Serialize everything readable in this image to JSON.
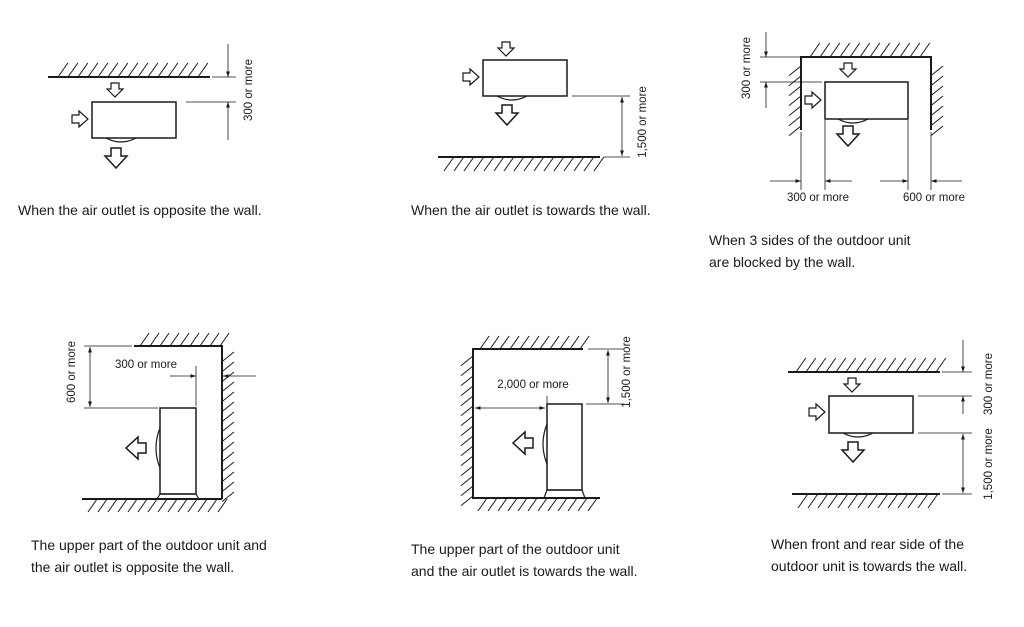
{
  "panels": [
    {
      "id": "p1",
      "caption": [
        "When the air outlet is opposite the wall."
      ],
      "dims": [
        "300 or more"
      ]
    },
    {
      "id": "p2",
      "caption": [
        "When the air outlet is towards the wall."
      ],
      "dims": [
        "1,500 or more"
      ]
    },
    {
      "id": "p3",
      "caption": [
        "When 3 sides of the outdoor unit",
        "are blocked by the wall."
      ],
      "dims": [
        "300 or more",
        "300 or more",
        "600 or more"
      ]
    },
    {
      "id": "p4",
      "caption": [
        "The upper part of the outdoor unit and",
        "the air outlet is opposite the wall."
      ],
      "dims": [
        "600 or more",
        "300 or more"
      ]
    },
    {
      "id": "p5",
      "caption": [
        "The upper part of the outdoor unit",
        "and the air outlet is towards the wall."
      ],
      "dims": [
        "1,500 or more",
        "2,000 or more"
      ]
    },
    {
      "id": "p6",
      "caption": [
        "When front and rear side of the",
        "outdoor unit is towards the wall."
      ],
      "dims": [
        "300 or more",
        "1,500 or more"
      ]
    }
  ]
}
